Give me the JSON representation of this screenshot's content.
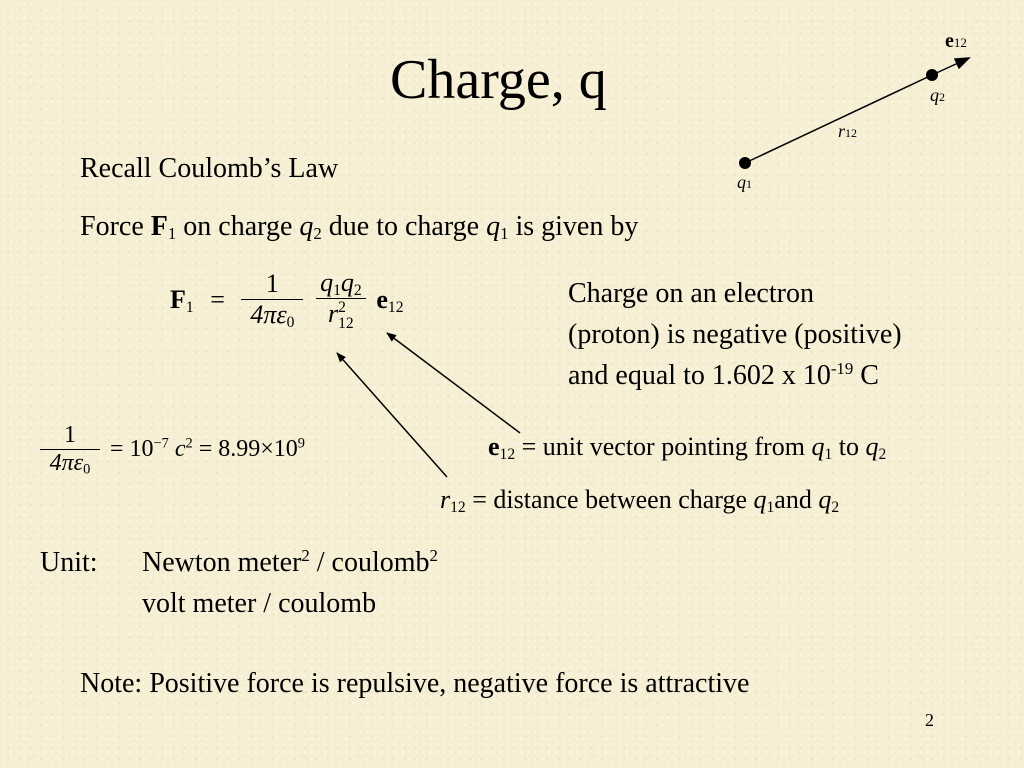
{
  "slide": {
    "title": "Charge, q",
    "page_number": "2"
  },
  "intro": {
    "recall": "Recall Coulomb’s Law",
    "force_line": {
      "force_word": "Force ",
      "force_symbol": "F",
      "force_sub": "1",
      "on_charge": " on charge ",
      "q2_symbol": "q",
      "q2_sub": "2",
      "due_to": " due to charge ",
      "q1_symbol": "q",
      "q1_sub": "1",
      "given_by": " is given by"
    }
  },
  "equation_force": {
    "lhs_symbol": "F",
    "lhs_sub": "1",
    "equals": "=",
    "num_1": "1",
    "den_4pi": "4πε",
    "den_eps_sub": "0",
    "num_q1": "q",
    "num_q1_sub": "1",
    "num_q2": "q",
    "num_q2_sub": "2",
    "den_r": "r",
    "den_r_sup": "2",
    "den_r_sub": "12",
    "unit_vector": "e",
    "unit_vector_sub": "12"
  },
  "equation_constant": {
    "num": "1",
    "den": "4πε",
    "den_sub": "0",
    "eq1": "= 10",
    "exp1": "−7",
    "c": "c",
    "c_exp": "2",
    "eq2": "= 8.99×10",
    "exp2": "9"
  },
  "electron_note": {
    "line1": "Charge on an electron",
    "line2": "(proton) is negative (positive)",
    "line3_pre": "and equal to 1.602 x 10",
    "line3_exp": "-19",
    "line3_post": " C"
  },
  "definitions": {
    "e12_symbol": "e",
    "e12_sub": "12",
    "e12_text": " = unit vector pointing from ",
    "e12_q1": "q",
    "e12_q1_sub": "1",
    "e12_to": " to ",
    "e12_q2": "q",
    "e12_q2_sub": "2",
    "r12_symbol": "r",
    "r12_sub": "12",
    "r12_text": " = distance between charge ",
    "r12_q1": "q",
    "r12_q1_sub": "1",
    "r12_and": "and ",
    "r12_q2": "q",
    "r12_q2_sub": "2"
  },
  "units": {
    "label": "Unit:",
    "line1_pre": "Newton meter",
    "line1_exp1": "2",
    "line1_mid": " / coulomb",
    "line1_exp2": "2",
    "line2": "volt meter / coulomb"
  },
  "note": "Note:  Positive force is repulsive, negative force is attractive",
  "diagram": {
    "q1_label": "q",
    "q1_sub": "1",
    "q2_label": "q",
    "q2_sub": "2",
    "r_label": "r",
    "r_sub": "12",
    "e_label": "e",
    "e_sub": "12"
  }
}
